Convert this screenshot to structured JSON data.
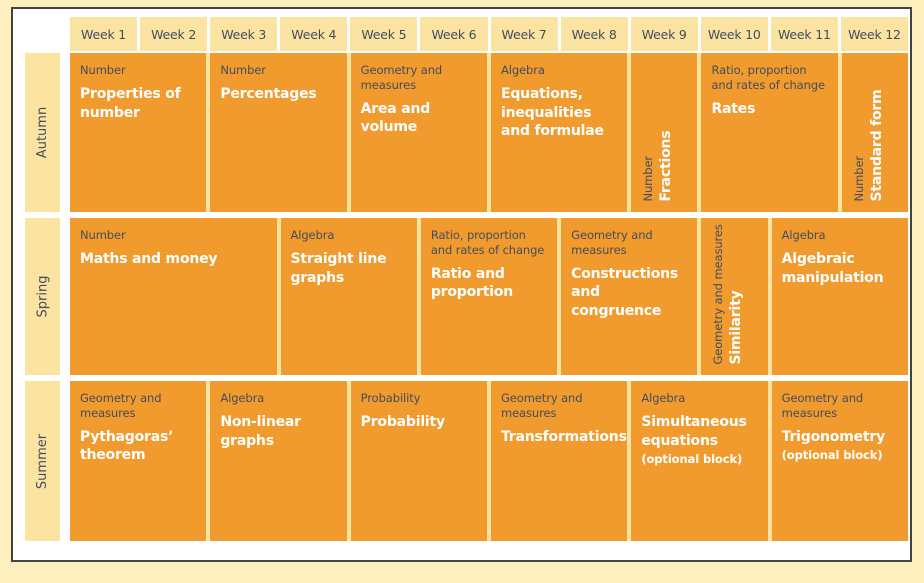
{
  "weeks": [
    "Week 1",
    "Week 2",
    "Week 3",
    "Week 4",
    "Week 5",
    "Week 6",
    "Week 7",
    "Week 8",
    "Week 9",
    "Week 10",
    "Week 11",
    "Week 12"
  ],
  "terms": [
    {
      "label": "Autumn",
      "blocks": [
        {
          "category": "Number",
          "topic": "Properties of number",
          "start": 1,
          "span": 2,
          "rotated": false
        },
        {
          "category": "Number",
          "topic": "Percentages",
          "start": 3,
          "span": 2,
          "rotated": false
        },
        {
          "category": "Geometry and measures",
          "topic": "Area and volume",
          "start": 5,
          "span": 2,
          "rotated": false
        },
        {
          "category": "Algebra",
          "topic": "Equations, inequalities and formulae",
          "start": 7,
          "span": 2,
          "rotated": false
        },
        {
          "category": "Number",
          "topic": "Fractions",
          "start": 9,
          "span": 1,
          "rotated": true
        },
        {
          "category": "Ratio, proportion and rates of change",
          "topic": "Rates",
          "start": 10,
          "span": 2,
          "rotated": false
        },
        {
          "category": "Number",
          "topic": "Standard form",
          "start": 12,
          "span": 1,
          "rotated": true
        }
      ]
    },
    {
      "label": "Spring",
      "blocks": [
        {
          "category": "Number",
          "topic": "Maths and money",
          "start": 1,
          "span": 3,
          "rotated": false
        },
        {
          "category": "Algebra",
          "topic": "Straight line graphs",
          "start": 4,
          "span": 2,
          "rotated": false
        },
        {
          "category": "Ratio, proportion and rates of change",
          "topic": "Ratio and proportion",
          "start": 6,
          "span": 2,
          "rotated": false
        },
        {
          "category": "Geometry and measures",
          "topic": "Constructions and congruence",
          "start": 8,
          "span": 2,
          "rotated": false
        },
        {
          "category": "Geometry and measures",
          "topic": "Similarity",
          "start": 10,
          "span": 1,
          "rotated": true
        },
        {
          "category": "Algebra",
          "topic": "Algebraic manipulation",
          "start": 11,
          "span": 2,
          "rotated": false
        }
      ]
    },
    {
      "label": "Summer",
      "blocks": [
        {
          "category": "Geometry and measures",
          "topic": "Pythagoras’ theorem",
          "start": 1,
          "span": 2,
          "rotated": false
        },
        {
          "category": "Algebra",
          "topic": "Non-linear graphs",
          "start": 3,
          "span": 2,
          "rotated": false
        },
        {
          "category": "Probability",
          "topic": "Probability",
          "start": 5,
          "span": 2,
          "rotated": false
        },
        {
          "category": "Geometry and measures",
          "topic": "Transformations",
          "start": 7,
          "span": 2,
          "rotated": false
        },
        {
          "category": "Algebra",
          "topic": "Simultaneous equations",
          "note": "(optional block)",
          "start": 9,
          "span": 2,
          "rotated": false
        },
        {
          "category": "Geometry and measures",
          "topic": "Trigonometry",
          "note": "(optional block)",
          "start": 11,
          "span": 2,
          "rotated": false
        }
      ]
    }
  ],
  "colors": {
    "block_orange": "#F19A2E",
    "cell_cream": "#FBE4A2",
    "page_cream": "#FDEFBE",
    "text_dark": "#444D5C",
    "text_light": "#FFFFFF",
    "frame_border": "#44443C"
  }
}
